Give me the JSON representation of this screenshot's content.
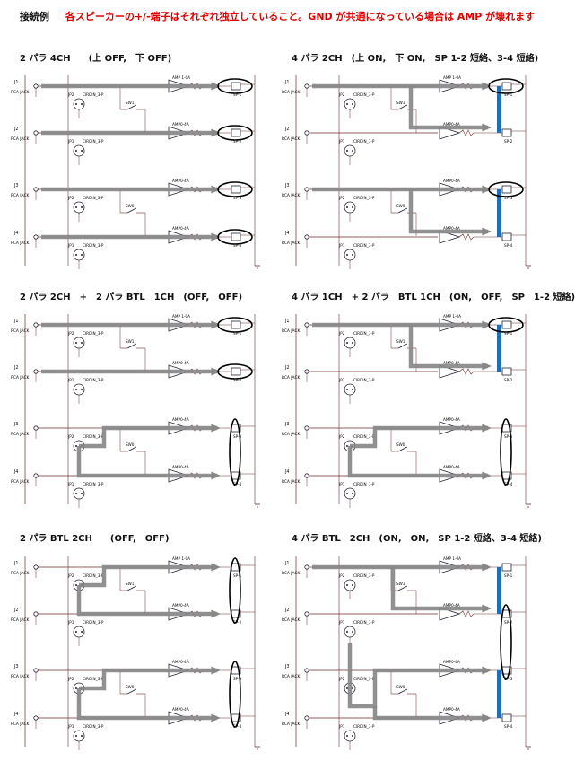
{
  "header": {
    "label": "接続例",
    "warning": "各スピーカーの+/-端子はそれぞれ独立していること。GND が共通になっている場合は AMP が壊れます"
  },
  "colors": {
    "signal_path": "#888888",
    "short_bar": "#1e6fb5",
    "warning_text": "#e00000",
    "wire": "#b03030"
  },
  "labels": {
    "jacks": [
      "J1",
      "J2",
      "J3",
      "J4"
    ],
    "rca": "RCA JACK",
    "jp": [
      "JP2",
      "JP1",
      "JP2",
      "JP1"
    ],
    "circuit": "CIRDIN_3-P",
    "sw": [
      "SW1",
      "SW0"
    ],
    "amps": [
      "AMP 1-0A",
      "AMP0-4A",
      "AMP0-4A",
      "AMP0-4A"
    ],
    "sp": [
      "SP-1",
      "SP-2",
      "SP-3",
      "SP-4"
    ]
  },
  "panels": [
    {
      "title": "2 パラ 4CH　　(上 OFF,　下 OFF)"
    },
    {
      "title": "4 パラ 2CH　(上 ON,　下 ON,　SP 1-2 短絡、3-4 短絡)"
    },
    {
      "title": "2 パラ 2CH　+　2 パラ BTL　1CH　(OFF,　OFF)"
    },
    {
      "title": "4 パラ 1CH　+ 2 パラ　BTL 1CH　(ON,　OFF,　SP　1-2 短絡)"
    },
    {
      "title": "2 パラ BTL 2CH　　(OFF,　OFF)"
    },
    {
      "title": "4 パラ BTL　2CH　(ON,　ON,　SP 1-2 短絡、3-4 短絡)"
    }
  ]
}
